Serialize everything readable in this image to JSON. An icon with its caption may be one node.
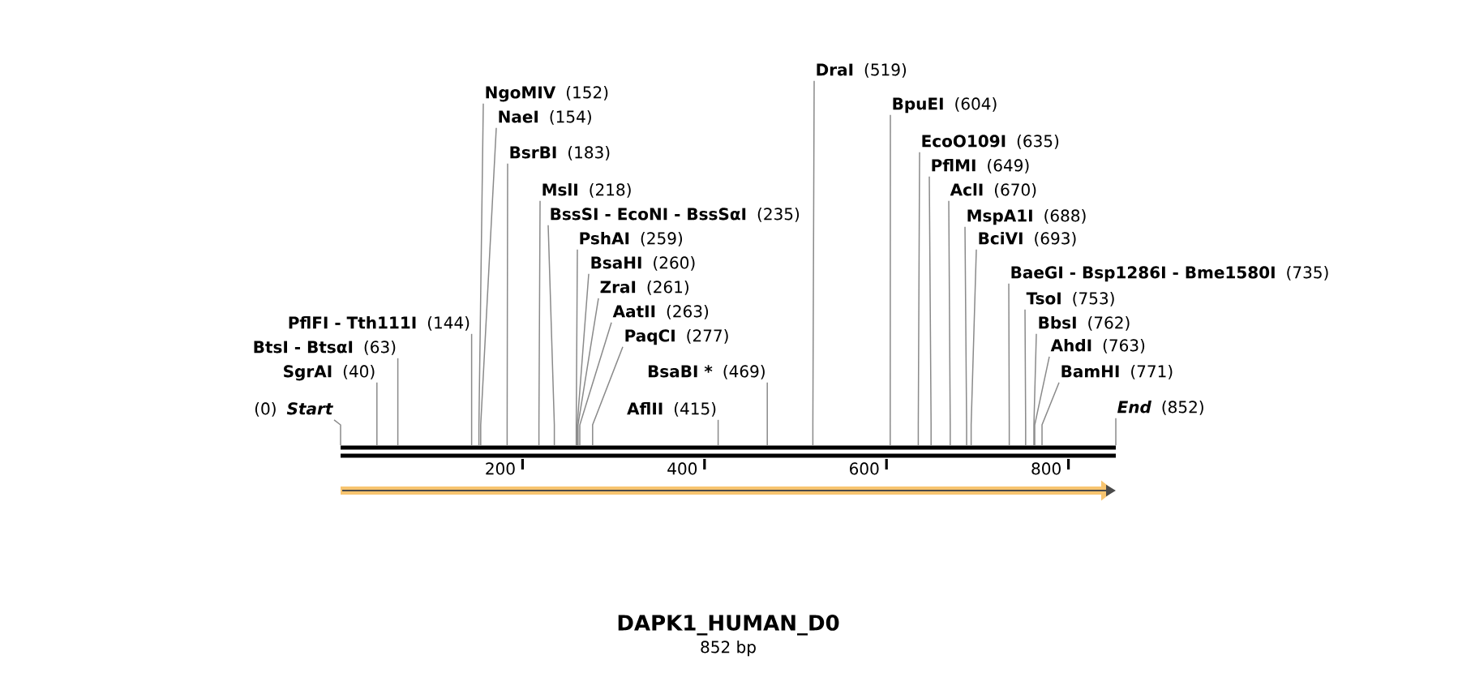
{
  "diagram": {
    "title": "DAPK1_HUMAN_D0",
    "nodes": [
      {
        "text": [
          "DraI",
          "(519)"
        ]
      },
      {
        "text": [
          "NgoMIV",
          "(152)"
        ]
      },
      {
        "text": [
          "BpuEI",
          "(604)"
        ]
      },
      {
        "text": [
          "NaeI",
          "(154)"
        ]
      },
      {
        "text": [
          "EcoO109I",
          "(635)"
        ]
      },
      {
        "text": [
          "BsrBI",
          "(183)"
        ]
      },
      {
        "text": [
          "PflMI",
          "(649)"
        ]
      },
      {
        "text": [
          "MslI",
          "(218)"
        ]
      },
      {
        "text": [
          "AclI",
          "(670)"
        ]
      },
      {
        "text": [
          "BssSI - EcoNI - BssSαI",
          "(235)"
        ]
      },
      {
        "text": [
          "MspA1I",
          "(688)"
        ]
      },
      {
        "text": [
          "PshAI",
          "(259)"
        ]
      },
      {
        "text": [
          "BciVI",
          "(693)"
        ]
      },
      {
        "text": [
          "BsaHI",
          "(260)"
        ]
      },
      {
        "text": [
          "BaeGI - Bsp1286I - Bme1580I",
          "(735)"
        ]
      },
      {
        "text": [
          "ZraI",
          "(261)"
        ]
      },
      {
        "text": [
          "TsoI",
          "(753)"
        ]
      },
      {
        "text": [
          "AatII",
          "(263)"
        ]
      },
      {
        "text": [
          "PflFI - Tth111I",
          "(144)"
        ]
      },
      {
        "text": [
          "BbsI",
          "(762)"
        ]
      },
      {
        "text": [
          "PaqCI",
          "(277)"
        ]
      },
      {
        "text": [
          "BtsI - BtsαI",
          "(63)"
        ]
      },
      {
        "text": [
          "AhdI",
          "(763)"
        ]
      },
      {
        "text": [
          "SgrAI",
          "(40)"
        ]
      },
      {
        "text": [
          "BsaBI *",
          "(469)"
        ]
      },
      {
        "text": [
          "BamHI",
          "(771)"
        ]
      },
      {
        "text": [
          "(0)",
          "Start"
        ]
      },
      {
        "text": [
          "AflII",
          "(415)"
        ]
      },
      {
        "text": [
          "End",
          "(852)"
        ]
      },
      {
        "text": [],
        "shape": "bar"
      }
    ],
    "edges": [
      {
        "from": 0,
        "to": 29,
        "arrow": "none"
      },
      {
        "from": 1,
        "to": 29,
        "arrow": "none"
      },
      {
        "from": 2,
        "to": 29,
        "arrow": "none"
      },
      {
        "from": 3,
        "to": 29,
        "arrow": "none"
      },
      {
        "from": 4,
        "to": 29,
        "arrow": "none"
      },
      {
        "from": 5,
        "to": 29,
        "arrow": "none"
      },
      {
        "from": 6,
        "to": 29,
        "arrow": "none"
      },
      {
        "from": 7,
        "to": 29,
        "arrow": "none"
      },
      {
        "from": 8,
        "to": 29,
        "arrow": "none"
      },
      {
        "from": 9,
        "to": 29,
        "arrow": "none"
      },
      {
        "from": 10,
        "to": 29,
        "arrow": "none"
      },
      {
        "from": 11,
        "to": 29,
        "arrow": "none"
      },
      {
        "from": 12,
        "to": 29,
        "arrow": "none"
      },
      {
        "from": 13,
        "to": 29,
        "arrow": "none"
      },
      {
        "from": 14,
        "to": 29,
        "arrow": "none"
      },
      {
        "from": 15,
        "to": 29,
        "arrow": "none"
      },
      {
        "from": 16,
        "to": 29,
        "arrow": "none"
      },
      {
        "from": 17,
        "to": 29,
        "arrow": "none"
      },
      {
        "from": 18,
        "to": 29,
        "arrow": "none"
      },
      {
        "from": 19,
        "to": 29,
        "arrow": "none"
      },
      {
        "from": 20,
        "to": 29,
        "arrow": "none"
      },
      {
        "from": 21,
        "to": 29,
        "arrow": "none"
      },
      {
        "from": 22,
        "to": 29,
        "arrow": "none"
      },
      {
        "from": 23,
        "to": 29,
        "arrow": "none"
      },
      {
        "from": 24,
        "to": 29,
        "arrow": "none"
      },
      {
        "from": 25,
        "to": 29,
        "arrow": "none"
      },
      {
        "from": 26,
        "to": 29,
        "arrow": "none"
      },
      {
        "from": 27,
        "to": 29,
        "arrow": "none"
      },
      {
        "from": 28,
        "to": 29,
        "arrow": "none"
      }
    ],
    "labels": [
      "200",
      "400",
      "600",
      "800",
      "852 bp"
    ]
  }
}
